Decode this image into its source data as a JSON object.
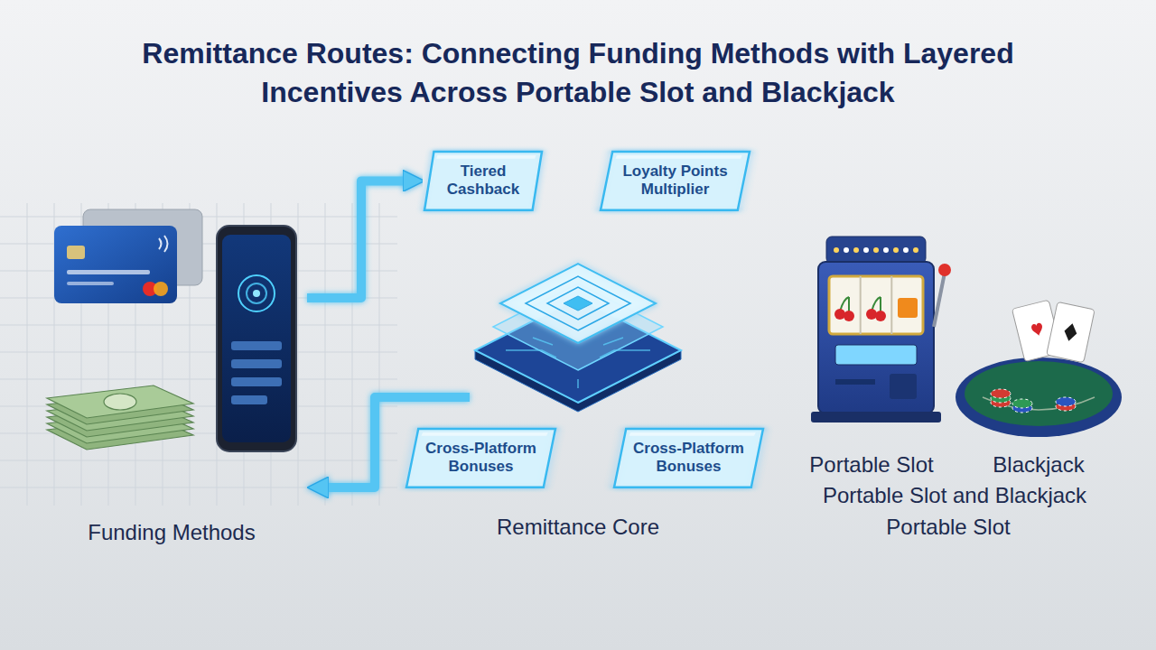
{
  "diagram": {
    "title": "Remittance Routes: Connecting Funding Methods with Layered Incentives Across Portable Slot and Blackjack",
    "nodes": [
      {
        "text": [
          "Funding Methods"
        ]
      },
      {
        "text": [
          "Tiered Cashback"
        ]
      },
      {
        "text": [
          "Loyalty Points Multiplier"
        ]
      },
      {
        "text": [
          "Remittance Core"
        ]
      },
      {
        "text": [
          "Cross-Platform Bonuses"
        ]
      },
      {
        "text": [
          "Cross-Platform Bonuses"
        ]
      },
      {
        "text": [
          "Portable Slot"
        ]
      },
      {
        "text": [
          "Blackjack"
        ]
      }
    ],
    "edges": [
      {
        "from": 0,
        "to": 1,
        "arrow": "to"
      },
      {
        "from": 0,
        "to": 3,
        "arrow": "to"
      },
      {
        "from": 3,
        "to": 0,
        "arrow": "to"
      },
      {
        "from": 3,
        "to": 6,
        "arrow": "to"
      },
      {
        "from": 6,
        "to": 3,
        "arrow": "to"
      }
    ],
    "labels": [
      "Portable Slot and Blackjack",
      "Portable Slot"
    ]
  }
}
